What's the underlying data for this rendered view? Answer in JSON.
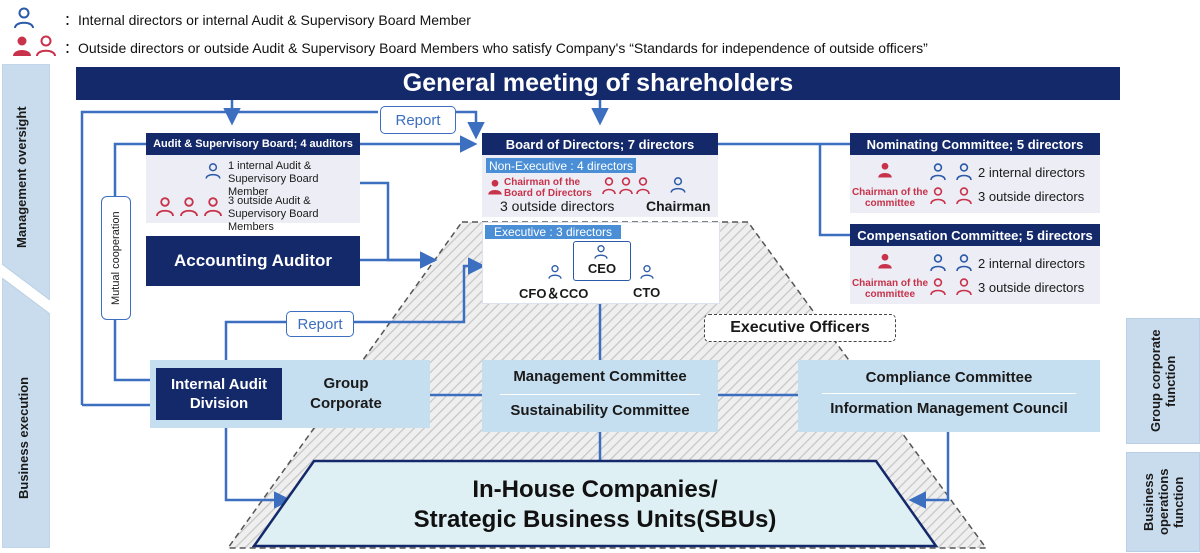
{
  "legend": {
    "internal": "：Internal directors or internal Audit & Supervisory Board Member",
    "outside": "：Outside directors or outside Audit & Supervisory Board Members who satisfy Company's “Standards for independence of outside officers”"
  },
  "side": {
    "left_top": "Management oversight",
    "left_bottom": "Business execution",
    "right_top": "Group corporate function",
    "right_bottom": "Business operations function"
  },
  "gms": "General meeting of shareholders",
  "report_top": "Report",
  "report_mid": "Report",
  "audit_board": {
    "title": "Audit & Supervisory Board; 4 auditors",
    "internal": "1 internal Audit & Supervisory Board Member",
    "outside": "3 outside Audit & Supervisory Board Members"
  },
  "mutual": "Mutual cooperation",
  "accounting_auditor": "Accounting Auditor",
  "board": {
    "title": "Board of Directors; 7 directors",
    "non_exec": "Non-Executive : 4 directors",
    "chair_label": "Chairman of the Board of Directors",
    "outside": "3 outside directors",
    "chairman": "Chairman",
    "exec": "Executive : 3 directors",
    "ceo": "CEO",
    "cfo": "CFO＆CCO",
    "cto": "CTO"
  },
  "nominating": {
    "title": "Nominating Committee; 5 directors",
    "chair": "Chairman of the committee",
    "internal": "2 internal directors",
    "outside": "3 outside directors"
  },
  "compensation": {
    "title": "Compensation Committee; 5 directors",
    "chair": "Chairman of the committee",
    "internal": "2 internal directors",
    "outside": "3 outside directors"
  },
  "executive_officers": "Executive Officers",
  "internal_audit": "Internal Audit Division",
  "group_corporate": "Group Corporate",
  "mgmt_committee": "Management Committee",
  "sust_committee": "Sustainability Committee",
  "compliance": "Compliance Committee",
  "info_mgmt": "Information Management Council",
  "companies": {
    "line1": "In-House Companies/",
    "line2": "Strategic Business Units(SBUs)"
  },
  "colors": {
    "navy": "#14296a",
    "internal_icon": "#2a5aa8",
    "outside_icon": "#c8324a",
    "arrow": "#3c6fbf",
    "light_blue": "#c6dff0"
  }
}
